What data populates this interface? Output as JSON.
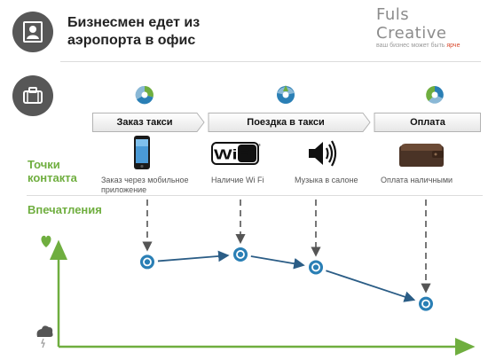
{
  "header": {
    "title_line1": "Бизнесмен едет из",
    "title_line2": "аэропорта в офис",
    "brand_name": "Fuls Creative",
    "brand_tagline": "ваш бизнес может быть ",
    "brand_tagline_accent": "ярче"
  },
  "stages": [
    {
      "label": "Заказ такси"
    },
    {
      "label": "Поездка в такси"
    },
    {
      "label": "Оплата"
    }
  ],
  "rows": {
    "touchpoints_line1": "Точки",
    "touchpoints_line2": "контакта",
    "impressions": "Впечатления"
  },
  "touchpoints": [
    {
      "label": "Заказ через мобильное приложение",
      "icon": "phone-icon"
    },
    {
      "label": "Наличие Wi Fi",
      "icon": "wifi-logo-icon",
      "logo_text": "WiFi"
    },
    {
      "label": "Музыка в салоне",
      "icon": "speaker-icon"
    },
    {
      "label": "Оплата наличными",
      "icon": "wallet-icon"
    }
  ],
  "impressions_levels": [
    0.79,
    0.86,
    0.74,
    0.4
  ],
  "colors": {
    "accent_green": "#6fae3f",
    "node_blue": "#2a7fb5",
    "connector_blue": "#2b5d86",
    "arrow_gray": "#555555",
    "dark_circle": "#575757"
  }
}
